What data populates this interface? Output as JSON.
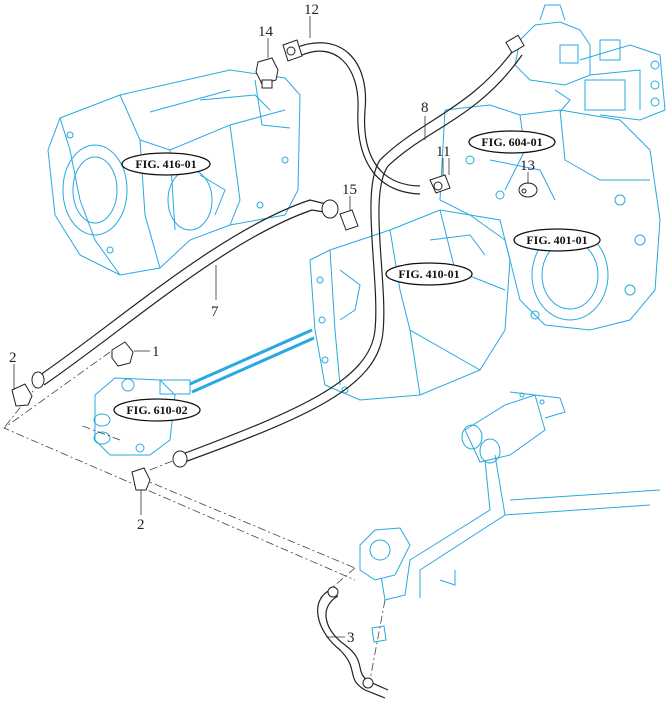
{
  "diagram": {
    "type": "exploded-parts-diagram",
    "accent_color": "#29a9e0",
    "line_color": "#222222",
    "figure_references": [
      {
        "id": "fig-416-01",
        "label": "FIG. 416-01"
      },
      {
        "id": "fig-604-01",
        "label": "FIG. 604-01"
      },
      {
        "id": "fig-410-01",
        "label": "FIG. 410-01"
      },
      {
        "id": "fig-401-01",
        "label": "FIG. 401-01"
      },
      {
        "id": "fig-610-02",
        "label": "FIG. 610-02"
      }
    ],
    "callouts": [
      {
        "number": "1",
        "part": "elbow-fitting"
      },
      {
        "number": "2",
        "part": "elbow-fitting-left"
      },
      {
        "number": "2",
        "part": "elbow-fitting-bottom"
      },
      {
        "number": "3",
        "part": "suction-pipe"
      },
      {
        "number": "7",
        "part": "hose"
      },
      {
        "number": "8",
        "part": "hose"
      },
      {
        "number": "11",
        "part": "adapter"
      },
      {
        "number": "12",
        "part": "hose"
      },
      {
        "number": "13",
        "part": "elbow-fitting"
      },
      {
        "number": "14",
        "part": "plug"
      },
      {
        "number": "15",
        "part": "adapter"
      }
    ]
  }
}
